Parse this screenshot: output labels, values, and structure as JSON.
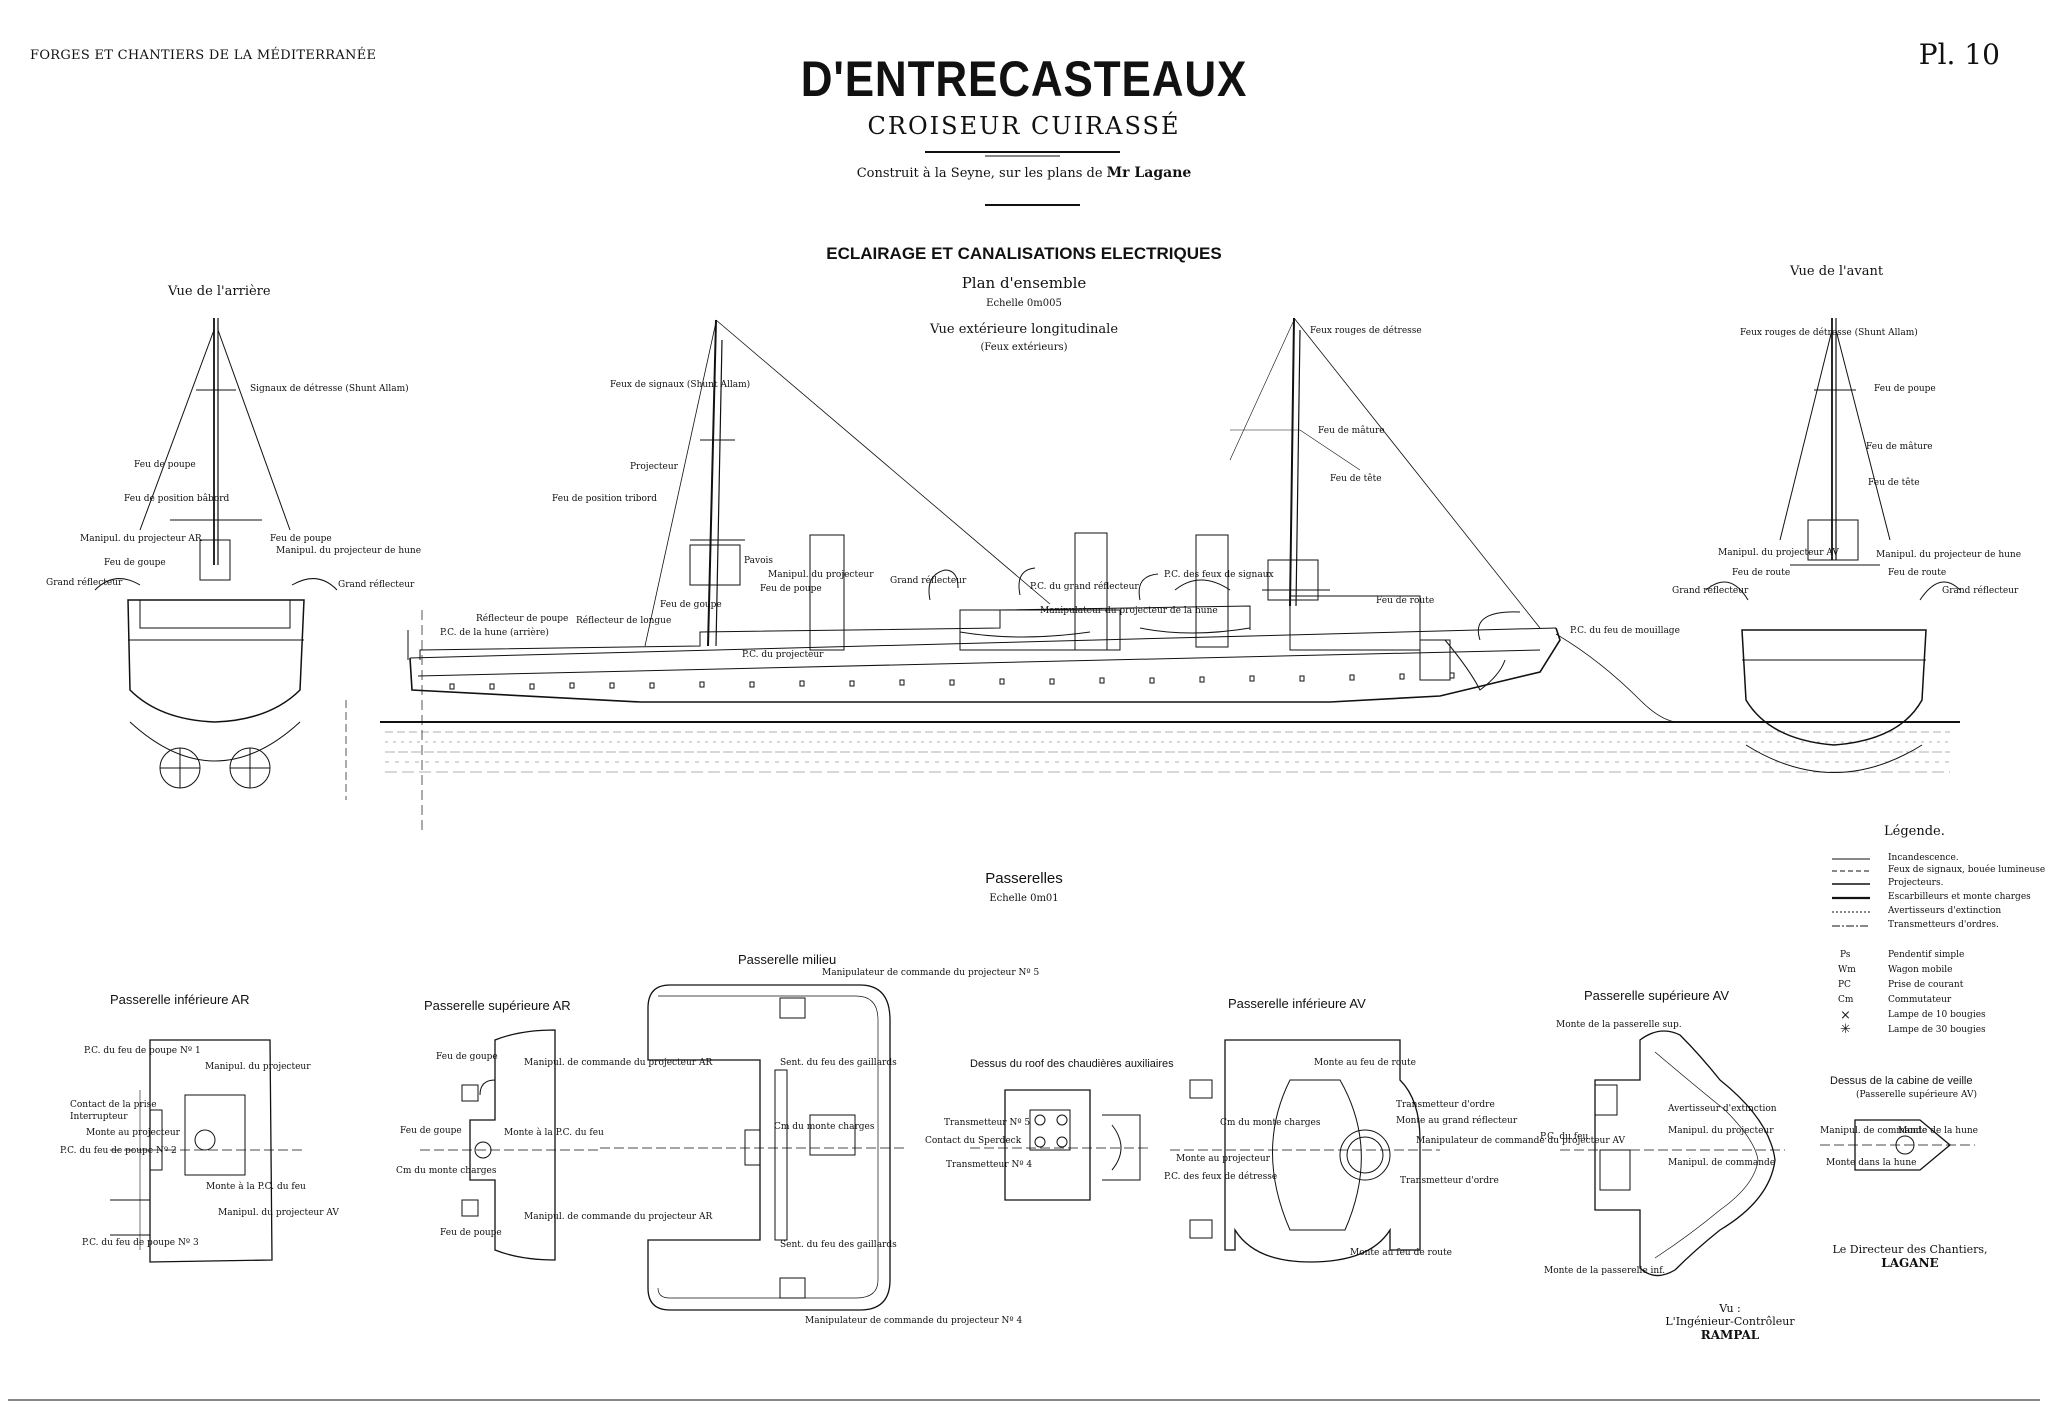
{
  "header": {
    "company": "FORGES ET CHANTIERS DE LA MÉDITERRANÉE",
    "plate": "Pl. 10",
    "ship_name": "D'ENTRECASTEAUX",
    "ship_type": "CROISEUR CUIRASSÉ",
    "credit_prefix": "Construit à la Seyne, sur les plans de",
    "credit_name": "Mr Lagane"
  },
  "main_section": {
    "title": "ECLAIRAGE ET CANALISATIONS ELECTRIQUES",
    "subtitle": "Plan d'ensemble",
    "scale": "Echelle 0m005",
    "view_title": "Vue extérieure longitudinale",
    "view_subtitle": "(Feux extérieurs)"
  },
  "side_views": {
    "rear": "Vue de l'arrière",
    "front": "Vue de l'avant"
  },
  "passerelles": {
    "title": "Passerelles",
    "scale": "Echelle 0m01",
    "inf_ar": "Passerelle inférieure AR",
    "sup_ar": "Passerelle supérieure AR",
    "milieu": "Passerelle milieu",
    "roof": "Dessus du roof des chaudières auxiliaires",
    "inf_av": "Passerelle inférieure AV",
    "sup_av": "Passerelle supérieure AV",
    "cabine": "Dessus de la cabine de veille",
    "cabine_sub": "(Passerelle supérieure AV)"
  },
  "legend": {
    "title": "Légende.",
    "lines": [
      "Incandescence.",
      "Feux de signaux, bouée lumineuse",
      "Projecteurs.",
      "Escarbilleurs et monte charges",
      "Avertisseurs d'extinction",
      "Transmetteurs d'ordres."
    ],
    "symbols": [
      {
        "code": "Ps",
        "text": "Pendentif simple"
      },
      {
        "code": "Wm",
        "text": "Wagon mobile"
      },
      {
        "code": "PC",
        "text": "Prise de courant"
      },
      {
        "code": "Cm",
        "text": "Commutateur"
      },
      {
        "code": "×",
        "text": "Lampe de 10 bougies"
      },
      {
        "code": "✳",
        "text": "Lampe de 30 bougies"
      }
    ]
  },
  "signatures": {
    "director_label": "Le Directeur des Chantiers,",
    "director_name": "LAGANE",
    "seen": "Vu :",
    "controller_label": "L'Ingénieur-Contrôleur",
    "controller_name": "RAMPAL"
  },
  "ship_annotations": [
    "Feux de signaux (Shunt Allam)",
    "Feu de position tribord",
    "Projecteur",
    "Feu de poupe",
    "P.C. de la hune (arrière)",
    "Réflecteur de poupe",
    "Réflecteur de longue",
    "Feu de goupe",
    "Pavois",
    "Manipul. du projecteur",
    "P.C. du projecteur",
    "Grand réflecteur",
    "P.C. du grand réflecteur",
    "Manipulateur du projecteur de la hune",
    "P.C. des feux de signaux",
    "Feux rouges de détresse",
    "Feu de mâture",
    "Feu de tête",
    "Feu de route",
    "P.C. du feu de mouillage"
  ],
  "rear_annotations": [
    "Signaux de détresse (Shunt Allam)",
    "Feu de poupe",
    "Feu de position bâbord",
    "Manipul. du projecteur AR",
    "Feu de goupe",
    "Manipul. du projecteur de hune",
    "Feu de poupe",
    "Grand réflecteur",
    "Grand réflecteur"
  ],
  "front_annotations": [
    "Feux rouges de détresse (Shunt Allam)",
    "Feu de poupe",
    "Feu de mâture",
    "Feu de tête",
    "Manipul. du projecteur AV",
    "Manipul. du projecteur de hune",
    "Feu de route",
    "Feu de route",
    "Grand réflecteur",
    "Grand réflecteur"
  ],
  "bridge_annotations": {
    "inf_ar": [
      "P.C. du feu de poupe Nº 1",
      "Manipul. du projecteur",
      "Interrupteur",
      "Contact de la prise",
      "Monte au projecteur",
      "P.C. du feu de poupe Nº 2",
      "Monte à la P.C. du feu",
      "Manipul. du projecteur AV",
      "P.C. du feu de poupe Nº 3"
    ],
    "sup_ar": [
      "Feu de goupe",
      "Manipul. de commande du projecteur AR",
      "Monte à la P.C. du feu",
      "Feu de goupe",
      "Cm du monte charges",
      "Manipul. de commande du projecteur AR",
      "Feu de poupe"
    ],
    "milieu": [
      "Manipulateur de commande du projecteur Nº 5",
      "Sent. du feu des gaillards",
      "Cm du monte charges",
      "Sent. du feu des gaillards",
      "Manipulateur de commande du projecteur Nº 4"
    ],
    "roof": [
      "Transmetteur Nº 5",
      "Contact du Sperdeck",
      "Transmetteur Nº 4"
    ],
    "inf_av": [
      "Monte au feu de route",
      "Transmetteur d'ordre",
      "Monte au grand réflecteur",
      "Cm du monte charges",
      "Monte au projecteur",
      "Manipulateur de commande du projecteur AV",
      "P.C. des feux de détresse",
      "Transmetteur d'ordre",
      "Monte au feu de route"
    ],
    "sup_av": [
      "Monte de la passerelle sup.",
      "Avertisseur d'extinction",
      "Manipul. du projecteur",
      "P.C. du feu",
      "Manipul. de commande",
      "Monte de la passerelle inf."
    ],
    "cabine": [
      "Manipul. de commande",
      "Monte de la hune",
      "Monte dans la hune"
    ]
  }
}
